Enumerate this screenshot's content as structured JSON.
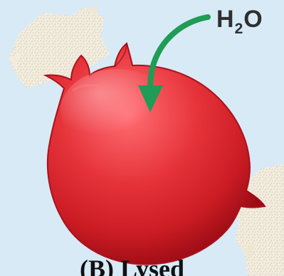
{
  "labels": {
    "h2o": {
      "main": "H",
      "sub": "2",
      "tail": "O"
    },
    "caption": "(B) Lysed"
  },
  "icons": {
    "arrow": "curved-arrow-icon"
  },
  "colors": {
    "background": "#d8eaf6",
    "cell": "#e3282f",
    "cell_dark": "#b6131c",
    "arrow": "#1f9c55",
    "debris": "#d8c9a7"
  }
}
